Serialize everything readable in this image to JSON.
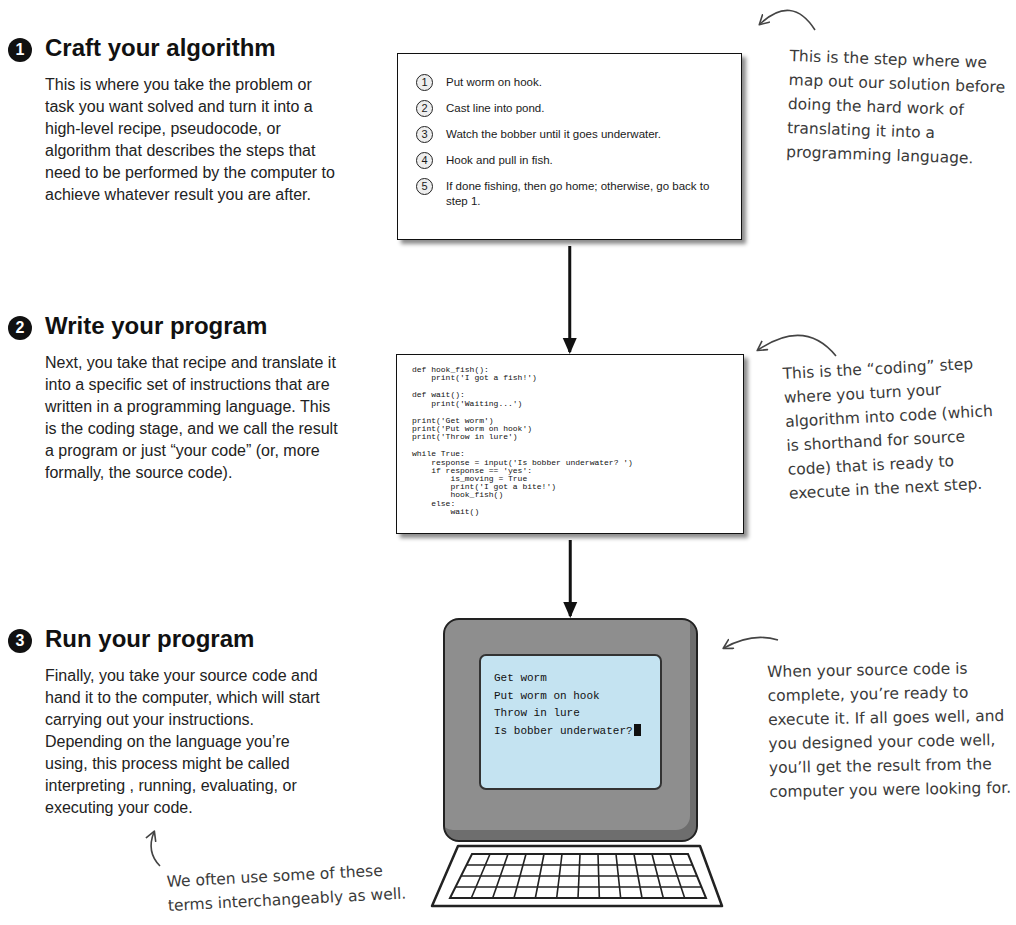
{
  "diagram": {
    "nodes": [
      {
        "text": [
          "Put worm on hook.",
          "Cast line into pond.",
          "Watch the bobber until it goes underwater.",
          "Hook and pull in fish.",
          "If done fishing, then go home; otherwise, go back to step 1."
        ]
      },
      {
        "text": [
          "def hook_fish():",
          "    print('I got a fish!')",
          "def wait():",
          "    print('Waiting...')",
          "print('Get worm')",
          "print('Put worm on hook')",
          "print('Throw in lure')",
          "while True:",
          "    response = input('Is bobber underwater? ')",
          "    if response == 'yes':",
          "        is_moving = True",
          "        print('I got a bite!')",
          "        hook_fish()",
          "    else:",
          "        wait()"
        ]
      },
      {
        "text": [
          "Get worm",
          "Put worm on hook",
          "Throw in lure",
          "Is bobber underwater?"
        ]
      }
    ],
    "edges": [
      {
        "from": 0,
        "to": 1,
        "arrow": "to"
      },
      {
        "from": 1,
        "to": 2,
        "arrow": "to"
      }
    ],
    "labels": [
      "1",
      "Craft your algorithm",
      "This is where you take the problem or task you want solved and turn it into a high-level recipe, pseudocode, or algorithm that describes the steps that need to be performed by the computer to achieve whatever result you are after.",
      "2",
      "Write your program",
      "Next, you take that recipe and translate it into a specific set of instructions that are written in a programming language. This is the coding stage, and we call the result a program or just “your code” (or, more formally, the source code).",
      "3",
      "Run your program",
      "Finally, you take your source code and hand it to the computer, which will start carrying out your instructions. Depending on the language you’re using, this process might be called interpreting , running, evaluating, or executing your code.",
      "We often use some of these terms interchangeably as well.",
      "This is the step where we map out our solution before doing the hard work of translating it into a programming language.",
      "This is the “coding” step where you turn your algorithm into code (which is shorthand for source code) that is ready to execute in the next step.",
      "When your source code is complete, you’re ready to execute it. If all goes well, and you designed your code well, you’ll get the result from the computer you were looking for.",
      "1",
      "2",
      "3",
      "4",
      "5"
    ]
  }
}
